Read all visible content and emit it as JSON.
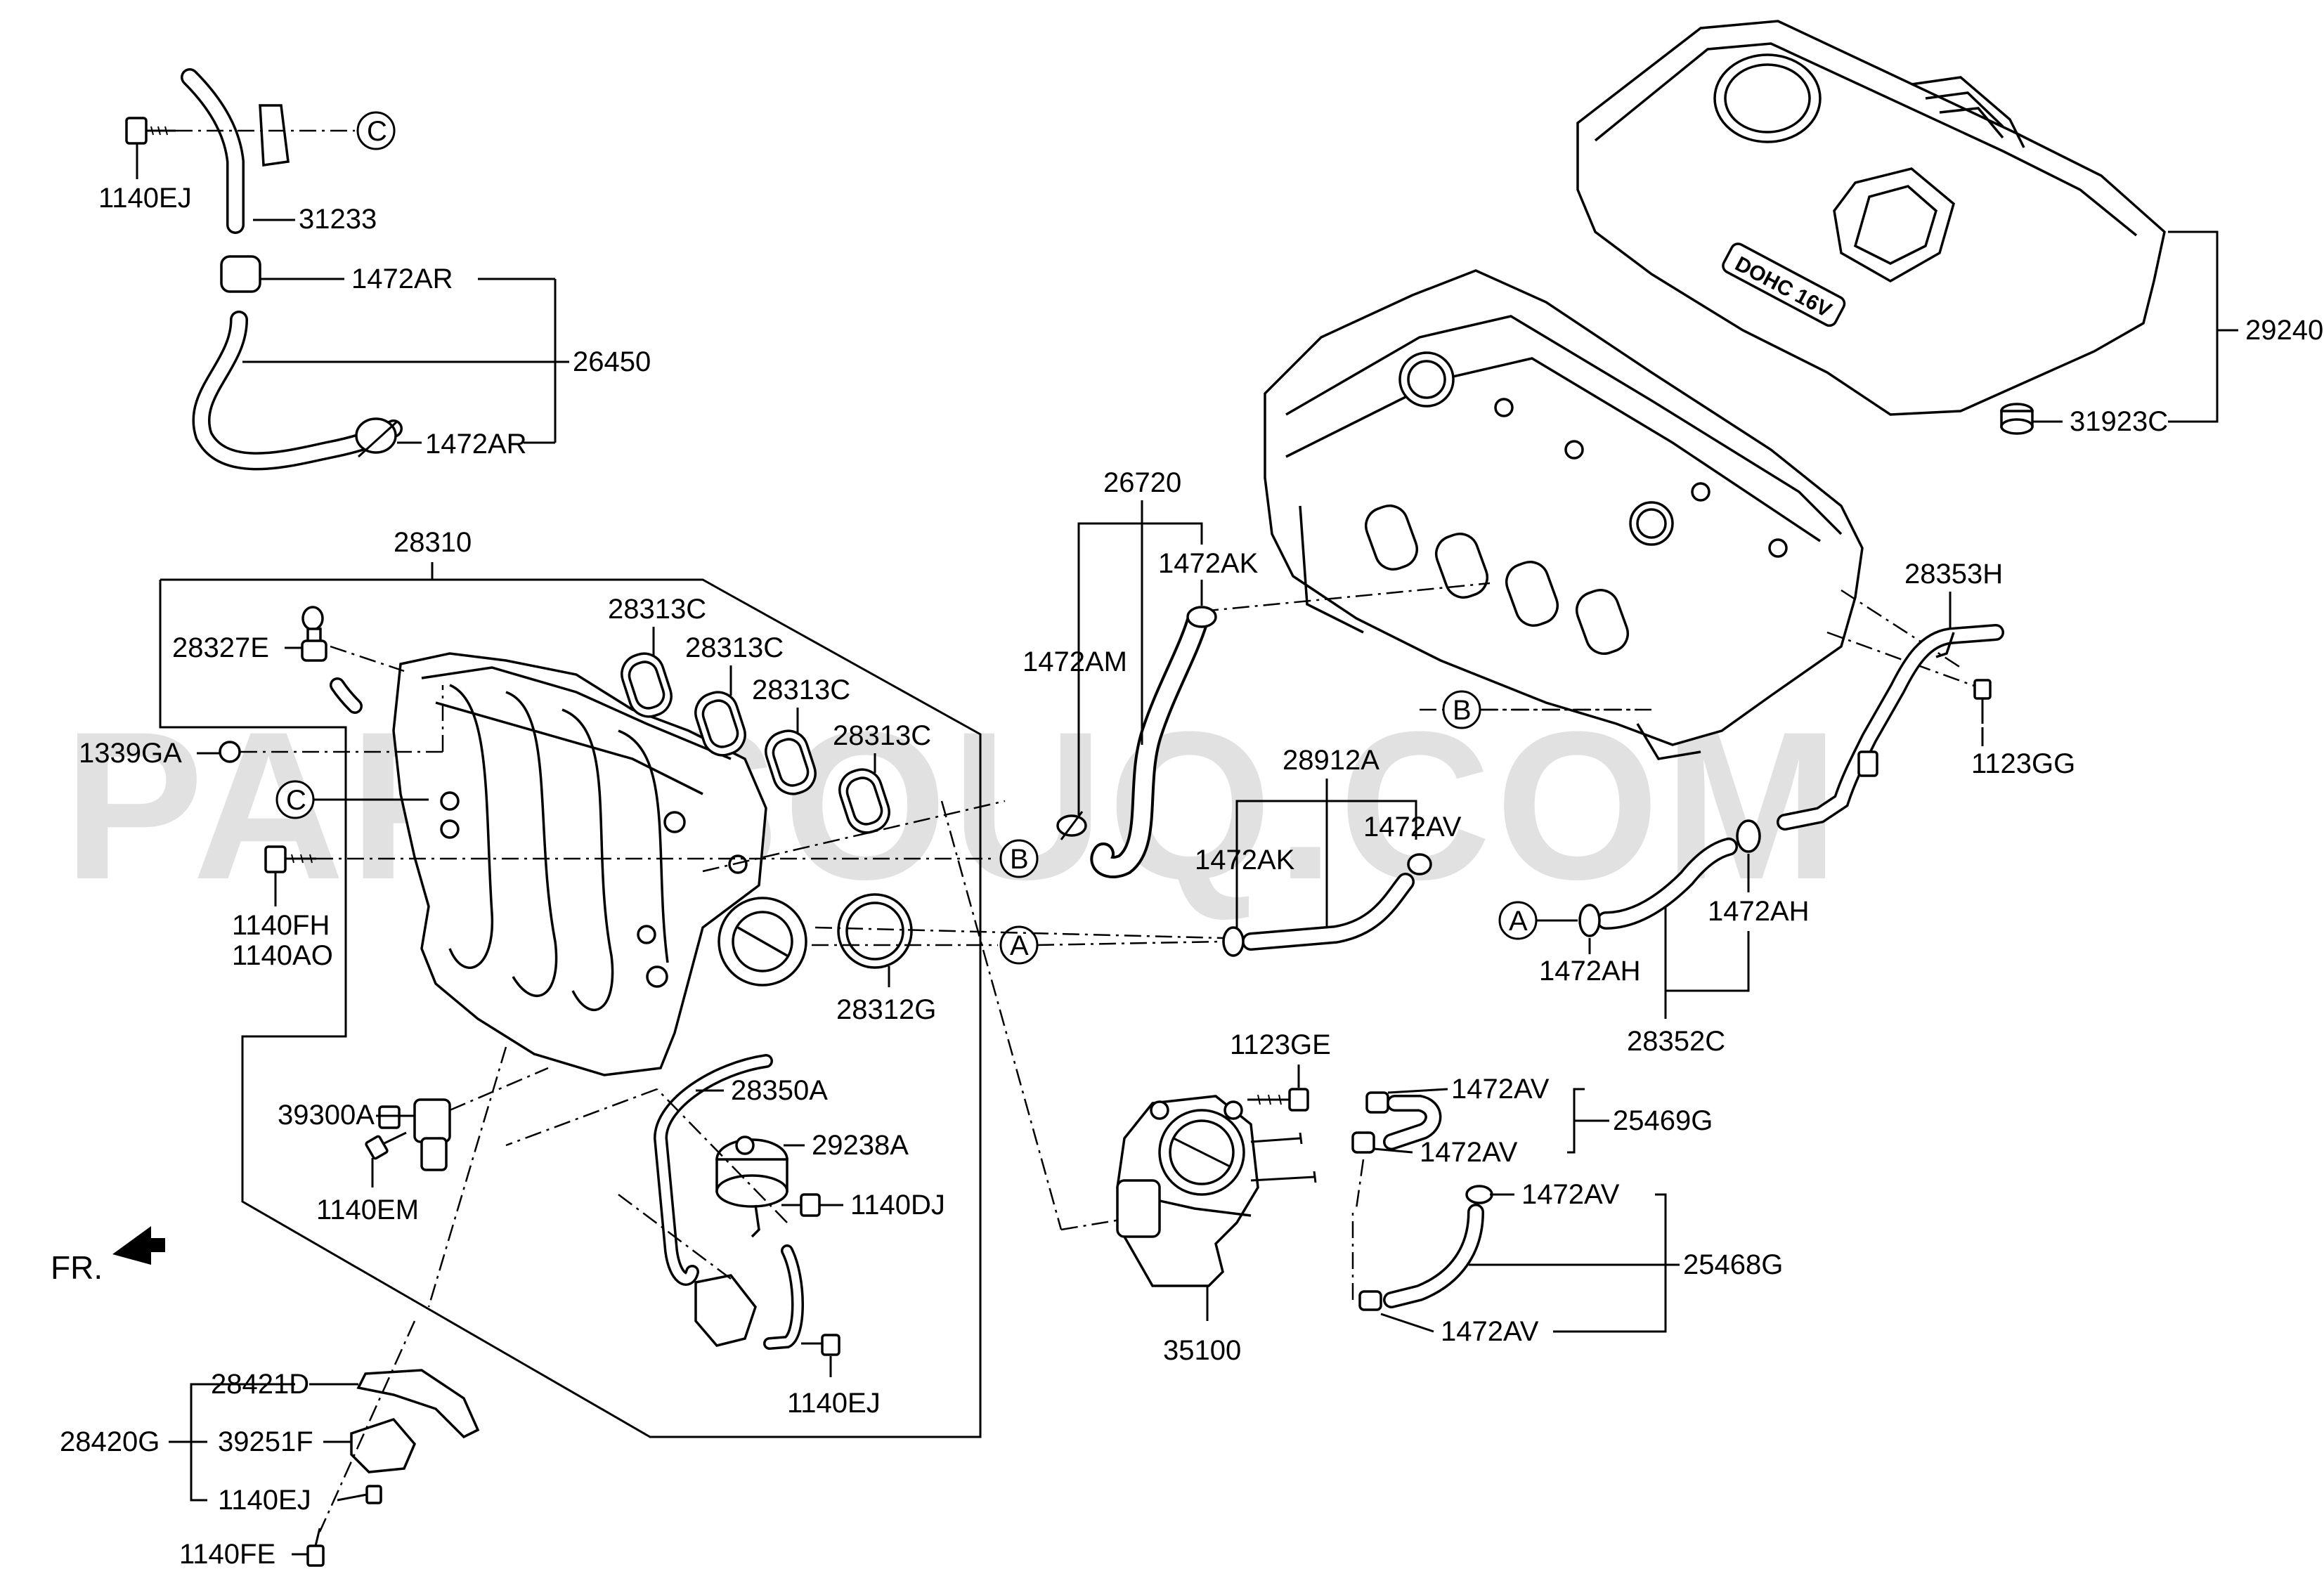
{
  "watermark": "PARTSOUQ.COM",
  "direction_label": "FR.",
  "ref_markers": {
    "a": "A",
    "b": "B",
    "c": "C"
  },
  "labels": {
    "p1140EJ_top": "1140EJ",
    "p31233": "31233",
    "p1472AR_1": "1472AR",
    "p26450": "26450",
    "p1472AR_2": "1472AR",
    "p28310": "28310",
    "p28313C_1": "28313C",
    "p28313C_2": "28313C",
    "p28313C_3": "28313C",
    "p28313C_4": "28313C",
    "p28327E": "28327E",
    "p1339GA": "1339GA",
    "p1140FH": "1140FH",
    "p1140AO": "1140AO",
    "p28312G": "28312G",
    "p28350A": "28350A",
    "p29238A": "29238A",
    "p39300A": "39300A",
    "p1140EM": "1140EM",
    "p1140DJ": "1140DJ",
    "p1140EJ_mid": "1140EJ",
    "p28421D": "28421D",
    "p28420G": "28420G",
    "p39251F": "39251F",
    "p1140EJ_low": "1140EJ",
    "p1140FE": "1140FE",
    "p26720": "26720",
    "p1472AK_top": "1472AK",
    "p1472AM": "1472AM",
    "p28912A": "28912A",
    "p1472AV_top": "1472AV",
    "p1472AK_mid": "1472AK",
    "p29240": "29240",
    "p31923C": "31923C",
    "p28353H": "28353H",
    "p1123GG": "1123GG",
    "p1472AH_1": "1472AH",
    "p1472AH_2": "1472AH",
    "p28352C": "28352C",
    "p1123GE": "1123GE",
    "p1472AV_a": "1472AV",
    "p25469G": "25469G",
    "p1472AV_b": "1472AV",
    "p1472AV_c": "1472AV",
    "p25468G": "25468G",
    "p1472AV_d": "1472AV",
    "p35100": "35100"
  },
  "engine_cover_logo": "DOHC 16V"
}
